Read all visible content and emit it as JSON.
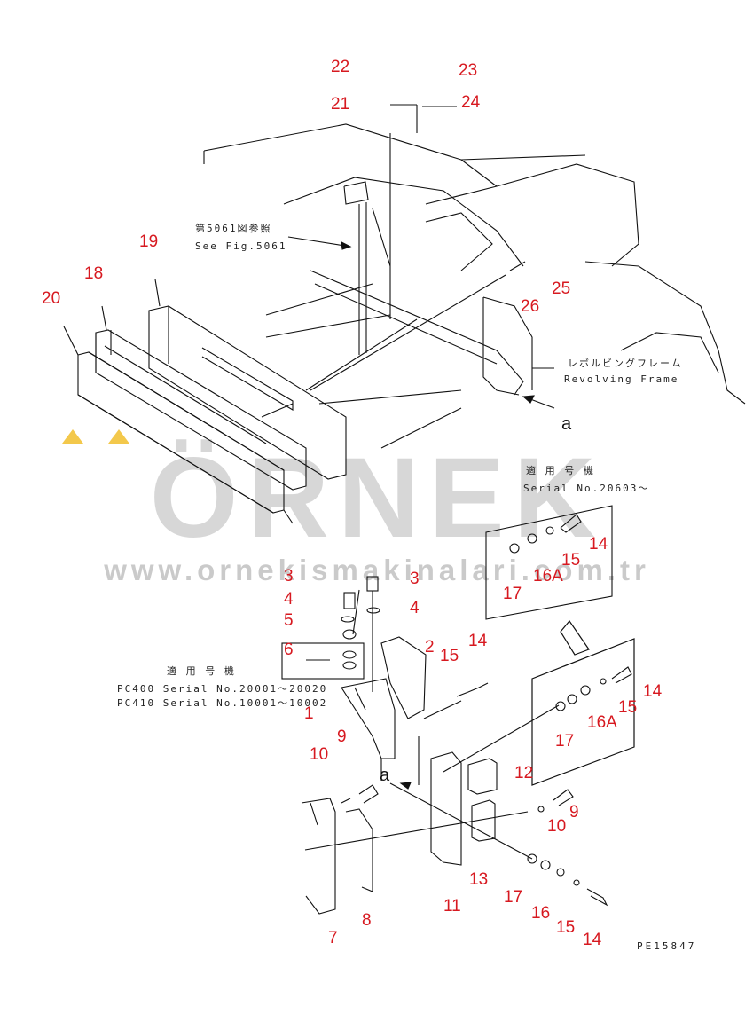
{
  "watermark": {
    "brand": "ÖRNEK",
    "url": "www.ornekismakinalari.com.tr",
    "accent_color": "#f3c84b"
  },
  "notes": {
    "fig_ref_jp": "第5061図参照",
    "fig_ref_en": "See Fig.5061",
    "frame_jp": "レボルビングフレーム",
    "frame_en": "Revolving Frame",
    "serial_heading_jp": "適 用 号 機",
    "serial_inset": "Serial No.20603～",
    "serial_heading_jp_2": "適 用 号 機",
    "serial_pc400": "PC400 Serial No.20001～20020",
    "serial_pc410": "PC410 Serial No.10001～10002"
  },
  "view_ref": "a",
  "view_ref_2": "a",
  "drawing_code": "PE15847",
  "callouts": {
    "c22": "22",
    "c23": "23",
    "c21": "21",
    "c24": "24",
    "c19": "19",
    "c18": "18",
    "c20": "20",
    "c25": "25",
    "c26": "26",
    "c14a": "14",
    "c15a": "15",
    "c16a_a": "16A",
    "c17a": "17",
    "c3a": "3",
    "c3b": "3",
    "c4a": "4",
    "c4b": "4",
    "c5": "5",
    "c6": "6",
    "c2": "2",
    "c15b": "15",
    "c14b": "14",
    "c1": "1",
    "c9a": "9",
    "c10a": "10",
    "c14c": "14",
    "c15c": "15",
    "c16a_b": "16A",
    "c17b": "17",
    "c12": "12",
    "c9b": "9",
    "c10b": "10",
    "c13": "13",
    "c17c": "17",
    "c16": "16",
    "c15d": "15",
    "c14d": "14",
    "c11": "11",
    "c8": "8",
    "c7": "7"
  },
  "colors": {
    "callout": "#d71920",
    "line": "#111111"
  }
}
